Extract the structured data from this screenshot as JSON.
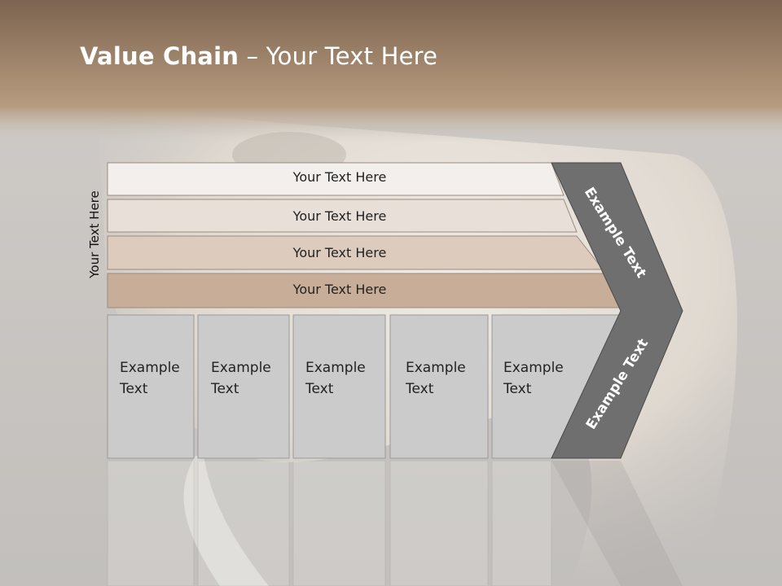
{
  "slide": {
    "title_bold": "Value Chain",
    "title_sep": " – ",
    "title_rest": "Your Text Here",
    "side_label": "Your Text Here"
  },
  "rows": [
    {
      "label": "Your Text Here",
      "color": "#f2efec"
    },
    {
      "label": "Your Text Here",
      "color": "#e8dfd8"
    },
    {
      "label": "Your Text Here",
      "color": "#ddccbd"
    },
    {
      "label": "Your Text Here",
      "color": "#c8ae99"
    }
  ],
  "cells": [
    {
      "line1": "Example",
      "line2": "Text"
    },
    {
      "line1": "Example",
      "line2": "Text"
    },
    {
      "line1": "Example",
      "line2": "Text"
    },
    {
      "line1": "Example",
      "line2": "Text"
    },
    {
      "line1": "Example",
      "line2": "Text"
    }
  ],
  "arrow": {
    "upper_text": "Example Text",
    "lower_text": "Example Text",
    "color": "#6f6f6f"
  },
  "colors": {
    "header_top": "#7d6450",
    "header_bottom": "#b99d82",
    "background": "#c9c6c3",
    "cell_fill": "#cbcbcb"
  }
}
